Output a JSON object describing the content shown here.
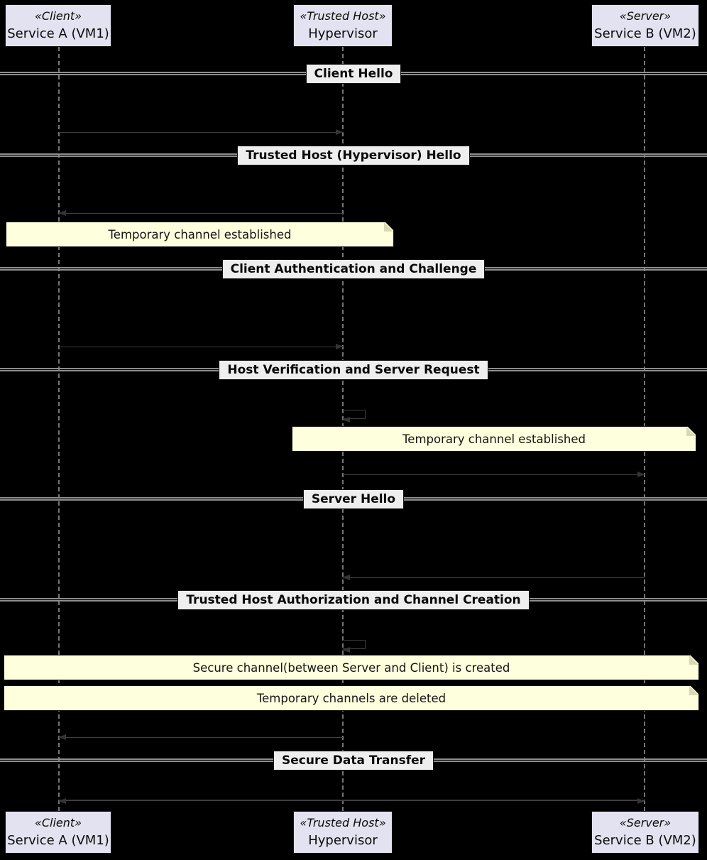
{
  "diagram_type": "uml-sequence",
  "colors": {
    "background": "#000000",
    "actor_fill": "#E2E2F0",
    "actor_border": "#141414",
    "lifeline": "#757575",
    "divider_line": "#8d8d8d",
    "divider_box_fill": "#EEEEEE",
    "message_line": "#3f3f3f",
    "note_fill": "#FEFFDD",
    "note_border": "#161616"
  },
  "participants": [
    {
      "stereotype": "«Client»",
      "name": "Service A (VM1)"
    },
    {
      "stereotype": "«Trusted Host»",
      "name": "Hypervisor"
    },
    {
      "stereotype": "«Server»",
      "name": "Service B (VM2)"
    }
  ],
  "dividers": [
    {
      "label": "Client Hello"
    },
    {
      "label": "Trusted Host (Hypervisor) Hello"
    },
    {
      "label": "Client Authentication and Challenge"
    },
    {
      "label": "Host Verification and Server Request"
    },
    {
      "label": "Server Hello"
    },
    {
      "label": "Trusted Host Authorization and Channel Creation"
    },
    {
      "label": "Secure Data Transfer"
    }
  ],
  "notes": [
    {
      "text": "Temporary channel established",
      "over": "Service A (VM1), Hypervisor"
    },
    {
      "text": "Temporary channel established",
      "over": "Hypervisor, Service B (VM2)"
    },
    {
      "text": "Secure channel(between Server and Client) is created",
      "over": "all"
    },
    {
      "text": "Temporary channels are deleted",
      "over": "all"
    }
  ],
  "messages": [
    {
      "from": "Service A (VM1)",
      "to": "Hypervisor",
      "style": "solid-arrow"
    },
    {
      "from": "Hypervisor",
      "to": "Service A (VM1)",
      "style": "solid-arrow"
    },
    {
      "from": "Service A (VM1)",
      "to": "Hypervisor",
      "style": "solid-arrow"
    },
    {
      "from": "Hypervisor",
      "to": "Hypervisor",
      "style": "self-loop"
    },
    {
      "from": "Hypervisor",
      "to": "Service B (VM2)",
      "style": "solid-arrow"
    },
    {
      "from": "Service B (VM2)",
      "to": "Hypervisor",
      "style": "solid-arrow"
    },
    {
      "from": "Hypervisor",
      "to": "Hypervisor",
      "style": "self-loop"
    },
    {
      "from": "Hypervisor",
      "to": "Service A (VM1)",
      "style": "solid-arrow"
    },
    {
      "from": "Service A (VM1)",
      "to": "Service B (VM2)",
      "style": "double-headed-arrow"
    }
  ]
}
